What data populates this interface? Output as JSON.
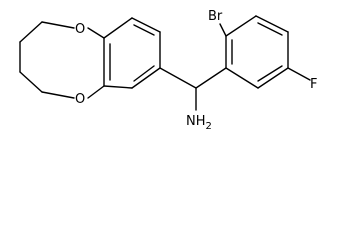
{
  "molecule": {
    "atoms": {
      "o_top": "O",
      "o_bottom": "O",
      "bromine": "Br",
      "fluorine": "F",
      "amine": "NH",
      "amine_subscript": "2"
    }
  }
}
